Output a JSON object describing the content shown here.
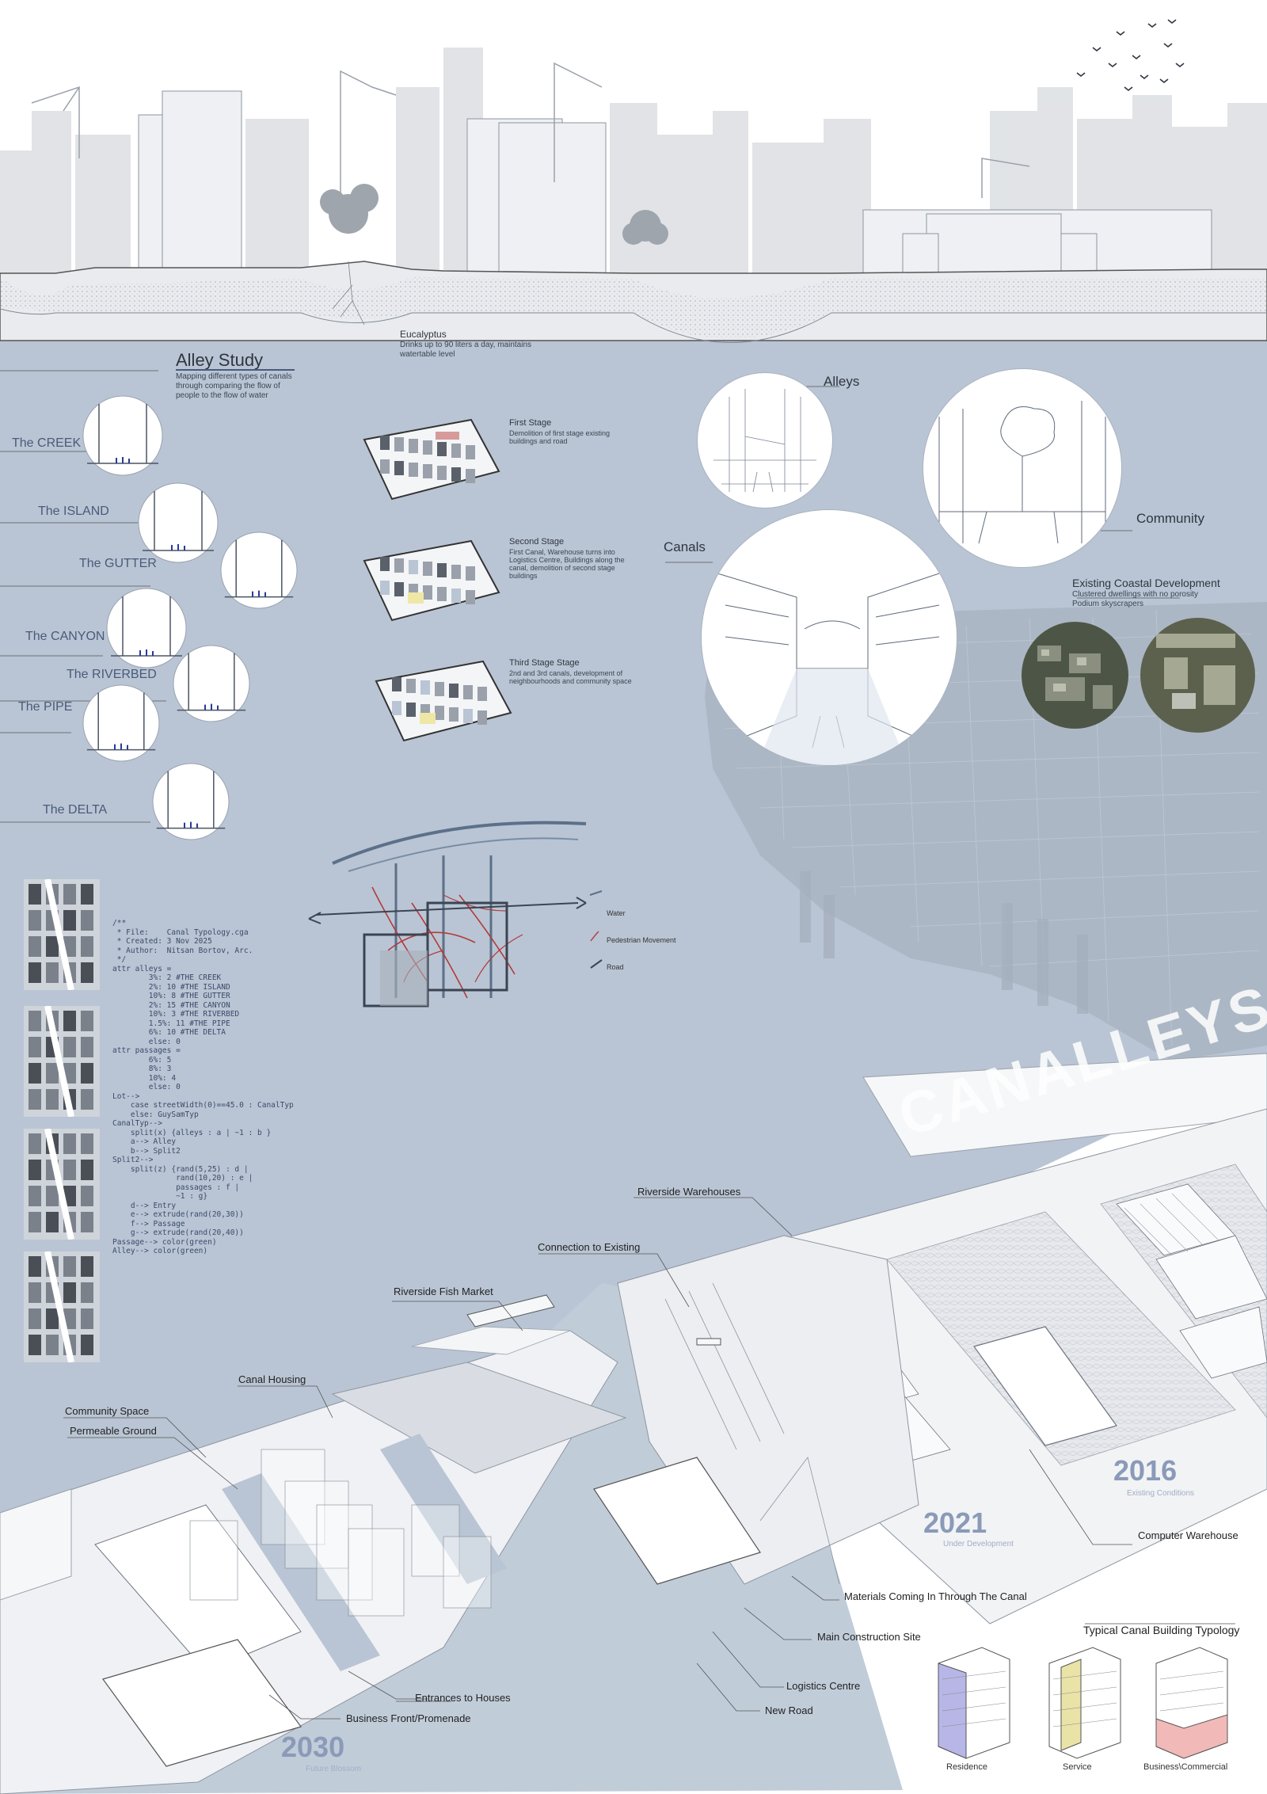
{
  "alley_study": {
    "title": "Alley  Study",
    "description": "Mapping different types of canals through comparing the flow of people to the flow of water"
  },
  "eucalyptus": {
    "title": "Eucalyptus",
    "description": "Drinks up to 90 liters a day, maintains watertable level"
  },
  "typologies": [
    "The CREEK",
    "The ISLAND",
    "The GUTTER",
    "The CANYON",
    "The RIVERBED",
    "The PIPE",
    "The DELTA"
  ],
  "stages": [
    {
      "title": "First Stage",
      "description": "Demolition of first stage existing buildings and road"
    },
    {
      "title": "Second Stage",
      "description": "First Canal, Warehouse turns into Logistics Centre, Buildings along the canal, demolition of second stage buildings"
    },
    {
      "title": "Third Stage Stage",
      "description": "2nd and 3rd canals, development of neighbourhoods and community space"
    }
  ],
  "sketch_labels": {
    "alleys": "Alleys",
    "community": "Community",
    "canals": "Canals"
  },
  "coastal": {
    "title": "Existing Coastal Development",
    "description": "Clustered dwellings with no porosity Podium skyscrapers"
  },
  "flow_legend": {
    "water": "Water",
    "pedestrian": "Pedestrian Movement",
    "road": "Road"
  },
  "code_lines": [
    "/**",
    " * File:    Canal Typology.cga",
    " * Created: 3 Nov 2025",
    " * Author:  Nitsan Bortov, Arc.",
    " */",
    "",
    "attr alleys =",
    "        3%: 2 #THE CREEK",
    "        2%: 10 #THE ISLAND",
    "        10%: 8 #THE GUTTER",
    "        2%: 15 #THE CANYON",
    "        10%: 3 #THE RIVERBED",
    "        1.5%: 11 #THE PIPE",
    "        6%: 10 #THE DELTA",
    "        else: 0",
    "",
    "attr passages =",
    "        6%: 5",
    "        8%: 3",
    "        10%: 4",
    "        else: 0",
    "",
    "Lot-->",
    "    case streetWidth(0)==45.0 : CanalTyp",
    "    else: GuySamTyp",
    "",
    "CanalTyp-->",
    "    split(x) {alleys : a | ~1 : b }",
    "    a--> Alley",
    "    b--> Split2",
    "",
    "Split2-->",
    "    split(z) {rand(5,25) : d |",
    "              rand(10,20) : e |",
    "              passages : f |",
    "              ~1 : g}",
    "",
    "    d--> Entry",
    "    e--> extrude(rand(20,30))",
    "    f--> Passage",
    "    g--> extrude(rand(20,40))",
    "",
    "Passage--> color(green)",
    "",
    "Alley--> color(green)"
  ],
  "big_title": "CANALLEYS",
  "iso_labels": {
    "riverside_warehouses": "Riverside Warehouses",
    "connection": "Connection to Existing",
    "fish_market": "Riverside Fish Market",
    "canal_housing": "Canal Housing",
    "community_space": "Community Space",
    "permeable_ground": "Permeable Ground",
    "computer_warehouse": "Computer Warehouse",
    "materials": "Materials Coming In Through The Canal",
    "construction_site": "Main Construction Site",
    "logistics": "Logistics Centre",
    "new_road": "New Road",
    "entrances": "Entrances to Houses",
    "business_front": "Business Front/Promenade"
  },
  "years": [
    {
      "year": "2016",
      "subtitle": "Existing Conditions"
    },
    {
      "year": "2021",
      "subtitle": "Under Development"
    },
    {
      "year": "2030",
      "subtitle": "Future Blossom"
    }
  ],
  "building_typology": {
    "title": "Typical Canal Building Typology",
    "items": [
      "Residence",
      "Service",
      "Business\\Commercial"
    ]
  },
  "colors": {
    "water": "#b9c5d4",
    "water_dark": "#9fb0c5",
    "accent": "#4a5a7a",
    "residence": "#b7b6e6",
    "service": "#e9e3a8",
    "commercial": "#f2b9b9"
  }
}
